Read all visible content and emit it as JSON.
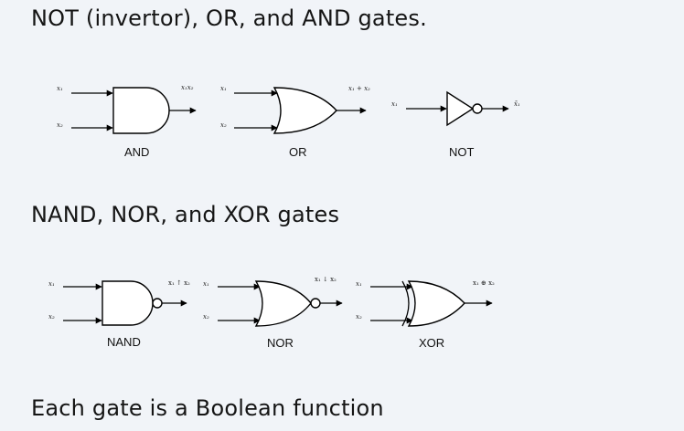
{
  "headings": {
    "basic": "NOT (invertor), OR, and AND gates.",
    "compound": "NAND, NOR, and XOR gates",
    "footer": "Each gate is a Boolean function"
  },
  "gates": {
    "and": {
      "label": "AND",
      "in1": "x₁",
      "in2": "x₂",
      "out": "x₁x₂"
    },
    "or": {
      "label": "OR",
      "in1": "x₁",
      "in2": "x₂",
      "out": "x₁ + x₂"
    },
    "not": {
      "label": "NOT",
      "in1": "x₁",
      "out": "x̄₁"
    },
    "nand": {
      "label": "NAND",
      "in1": "x₁",
      "in2": "x₂",
      "out": "x₁ ↑ x₂"
    },
    "nor": {
      "label": "NOR",
      "in1": "x₁",
      "in2": "x₂",
      "out": "x₁ ↓ x₂"
    },
    "xor": {
      "label": "XOR",
      "in1": "x₁",
      "in2": "x₂",
      "out": "x₁ ⊕ x₂"
    }
  }
}
